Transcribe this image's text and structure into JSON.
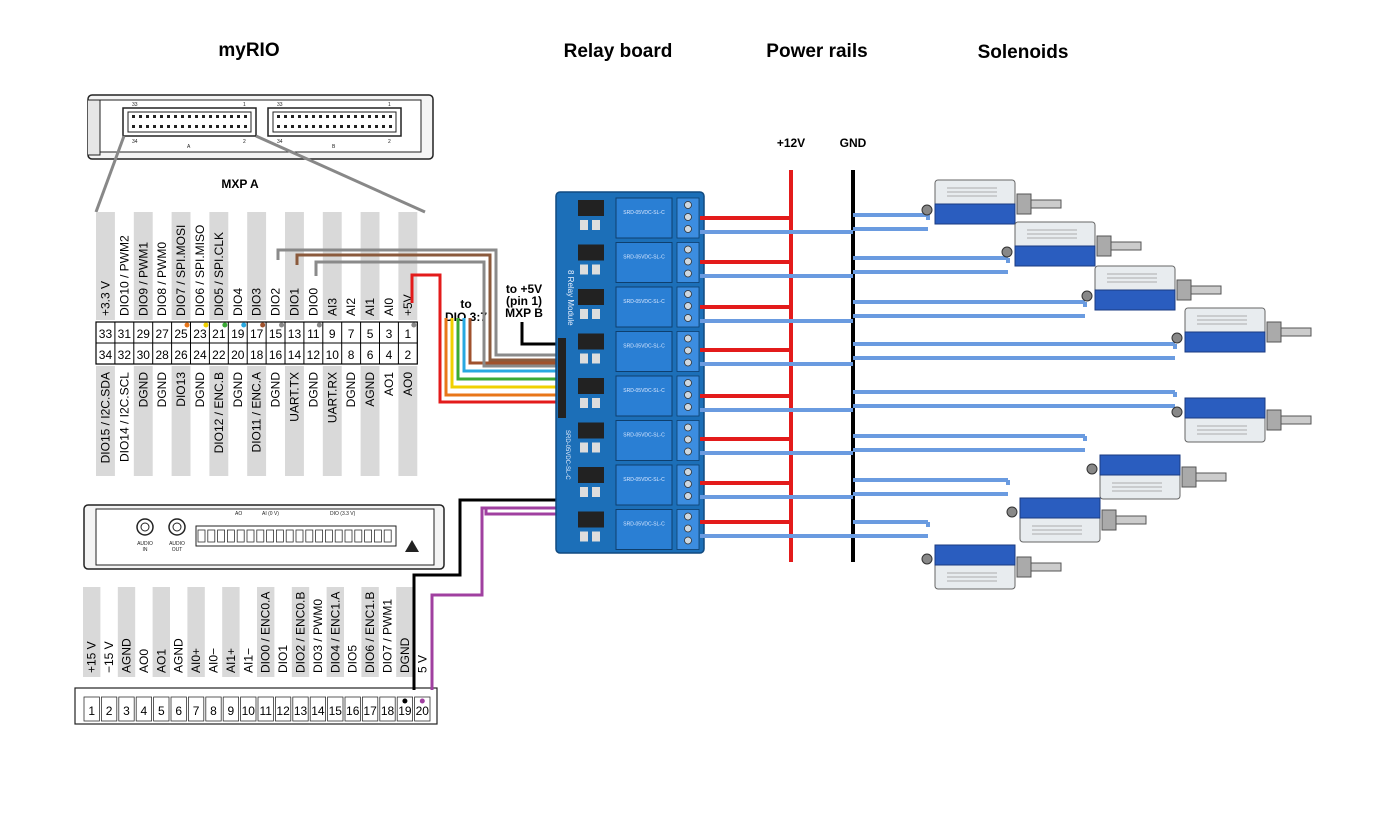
{
  "titles": {
    "myrio": "myRIO",
    "relay": "Relay board",
    "power": "Power rails",
    "solenoids": "Solenoids"
  },
  "mxp_a_label": "MXP A",
  "connector_a": {
    "label": "A",
    "pin_low": "2",
    "pin_high": "34",
    "pin_top_left": "33",
    "pin_top_right": "1"
  },
  "connector_b": {
    "label": "B",
    "pin_low": "2",
    "pin_high": "34",
    "pin_top_left": "33",
    "pin_top_right": "1"
  },
  "mxp_top_labels": [
    "+3.3 V",
    "DIO10 / PWM2",
    "DIO9 / PWM1",
    "DIO8 / PWM0",
    "DIO7 / SPI.MOSI",
    "DIO6 / SPI.MISO",
    "DIO5 / SPI.CLK",
    "DIO4",
    "DIO3",
    "DIO2",
    "DIO1",
    "DIO0",
    "AI3",
    "AI2",
    "AI1",
    "AI0",
    "+5V"
  ],
  "mxp_top_pins": [
    "33",
    "31",
    "29",
    "27",
    "25",
    "23",
    "21",
    "19",
    "17",
    "15",
    "13",
    "11",
    "9",
    "7",
    "5",
    "3",
    "1"
  ],
  "mxp_bottom_pins": [
    "34",
    "32",
    "30",
    "28",
    "26",
    "24",
    "22",
    "20",
    "18",
    "16",
    "14",
    "12",
    "10",
    "8",
    "6",
    "4",
    "2"
  ],
  "mxp_bottom_labels": [
    "DIO15 / I2C.SDA",
    "DIO14 / I2C.SCL",
    "DGND",
    "DGND",
    "DIO13",
    "DGND",
    "DIO12 / ENC.B",
    "DGND",
    "DIO11 / ENC.A",
    "DGND",
    "UART.TX",
    "DGND",
    "UART.RX",
    "DGND",
    "AGND",
    "AO1",
    "AO0"
  ],
  "mxp_pin_dot_colors": {
    "25": "#e8761a",
    "23": "#f0d000",
    "21": "#3aaa35",
    "19": "#29a8e0",
    "17": "#a0522d",
    "15": "#888888",
    "11": "#888888",
    "1": "#888888"
  },
  "annotations": {
    "to_dio": [
      "to",
      "DIO 3:7"
    ],
    "to_5v": [
      "to +5V",
      "(pin 1)",
      "MXP B"
    ]
  },
  "mini_system": {
    "audio_in": [
      "AUDIO",
      "IN"
    ],
    "audio_out": [
      "AUDIO",
      "OUT"
    ],
    "labels": [
      "AO",
      "AI (0 V)",
      "DIO (3.3 V)"
    ]
  },
  "msp_labels": [
    "+15 V",
    "−15 V",
    "AGND",
    "AO0",
    "AO1",
    "AGND",
    "AI0+",
    "AI0−",
    "AI1+",
    "AI1−",
    "DIO0 / ENC0.A",
    "DIO1",
    "DIO2 / ENC0.B",
    "DIO3 / PWM0",
    "DIO4 / ENC1.A",
    "DIO5",
    "DIO6 / ENC1.B",
    "DIO7 / PWM1",
    "DGND",
    "5 V"
  ],
  "msp_pins": [
    "1",
    "2",
    "3",
    "4",
    "5",
    "6",
    "7",
    "8",
    "9",
    "10",
    "11",
    "12",
    "13",
    "14",
    "15",
    "16",
    "17",
    "18",
    "19",
    "20"
  ],
  "relay_board": {
    "side_text": "8 Relay Module",
    "bottom_text": "SRD-05VDC-SL-C",
    "relay_text": "SRD-05VDC-SL-C",
    "relay_count": 8
  },
  "rails": {
    "plus12": "+12V",
    "gnd": "GND"
  },
  "solenoid_count": 8,
  "colors": {
    "red": "#e31b1b",
    "blue": "#6a9be0",
    "black": "#000000",
    "brown": "#8b5a3c",
    "gray": "#8a8a8a",
    "purple": "#a040a0",
    "relay_blue": "#1f78c8",
    "pcb": "#1c6fb8"
  }
}
